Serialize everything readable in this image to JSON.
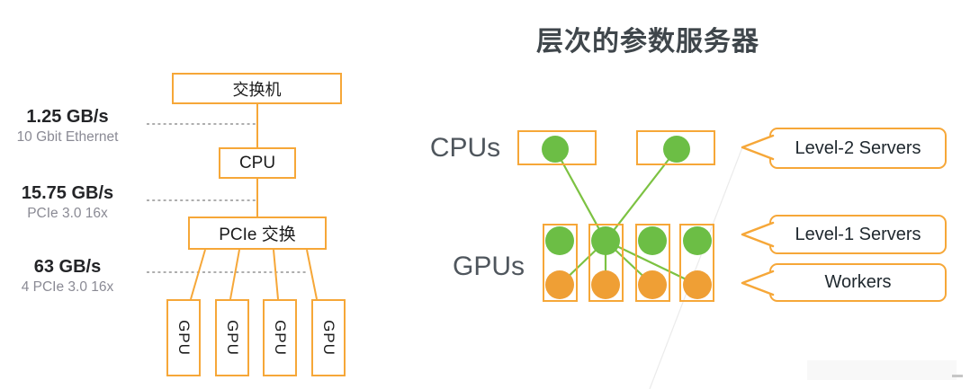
{
  "title": "层次的参数服务器",
  "left_diagram": {
    "switch_label": "交换机",
    "cpu_label": "CPU",
    "pcie_switch_label": "PCIe 交换",
    "gpu_labels": [
      "GPU",
      "GPU",
      "GPU",
      "GPU"
    ],
    "bandwidths": [
      {
        "rate": "1.25 GB/s",
        "link": "10 Gbit Ethernet"
      },
      {
        "rate": "15.75 GB/s",
        "link": "PCIe 3.0 16x"
      },
      {
        "rate": "63 GB/s",
        "link": "4 PCIe 3.0 16x"
      }
    ]
  },
  "right_diagram": {
    "cpus_label": "CPUs",
    "gpus_label": "GPUs",
    "callouts": [
      {
        "label": "Level-2 Servers"
      },
      {
        "label": "Level-1 Servers"
      },
      {
        "label": "Workers"
      }
    ]
  },
  "colors": {
    "orange_border": "#F6A738",
    "orange_fill": "#EF9F35",
    "green_fill": "#6CBE45",
    "green_line": "#7CC242",
    "dashed_gray": "#949494",
    "secondary_text_gray": "#8A8A94",
    "heading_gray": "#4F565D",
    "dark_text": "#232427"
  }
}
